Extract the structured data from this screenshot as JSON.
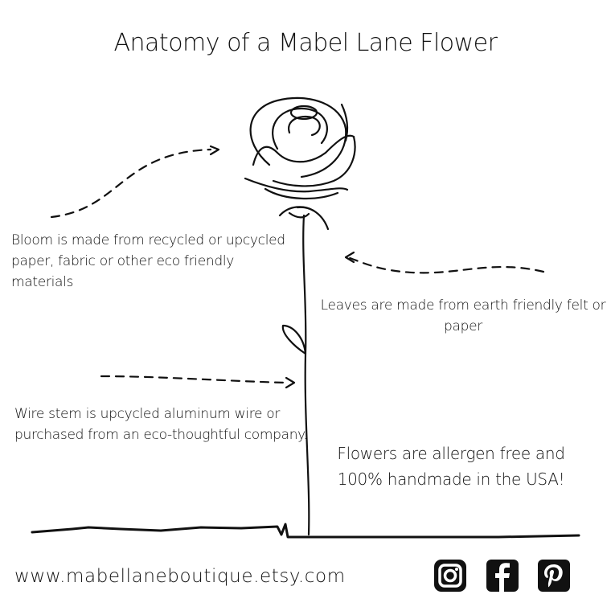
{
  "title": "Anatomy of a Mabel Lane Flower",
  "notes": {
    "bloom": "Bloom is made from recycled or upcycled paper, fabric or other eco friendly materials",
    "leaves": "Leaves are made from earth friendly felt or paper",
    "stem": "Wire stem is upcycled aluminum wire or purchased from an eco-thoughtful company.",
    "allergen_line1": "Flowers are allergen free and",
    "allergen_line2": "100% handmade in the USA!"
  },
  "footer": {
    "url": "www.mabellaneboutique.etsy.com"
  },
  "social_icons": [
    "instagram-icon",
    "facebook-icon",
    "pinterest-icon"
  ],
  "colors": {
    "ink": "#111111",
    "background": "#ffffff"
  }
}
